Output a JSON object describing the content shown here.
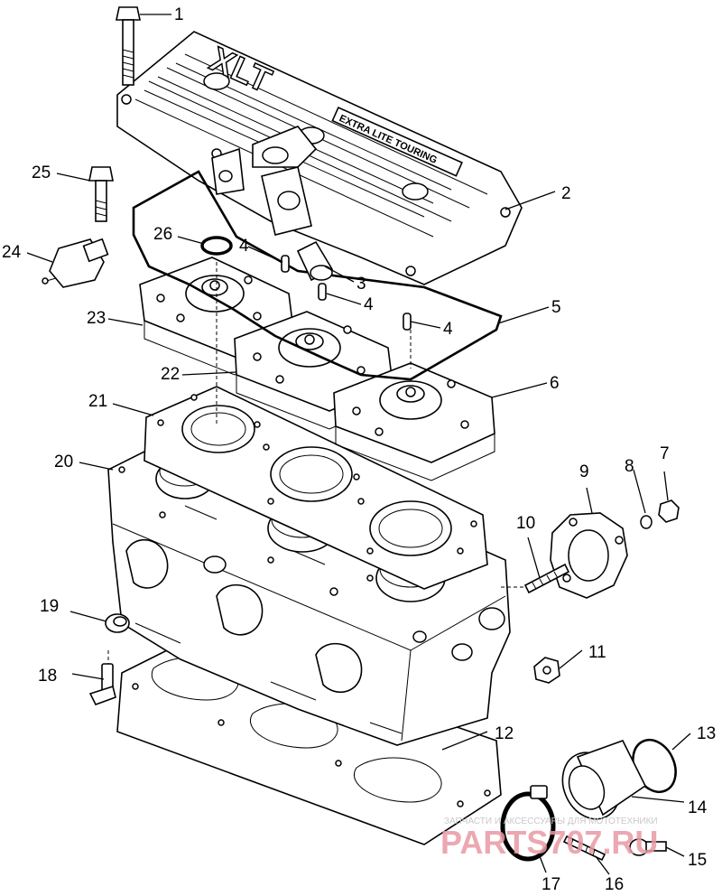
{
  "diagram": {
    "cover_logo": "XLT",
    "cover_badge": "EXTRA LITE TOURING",
    "callouts": [
      "1",
      "2",
      "3",
      "4",
      "4",
      "4",
      "5",
      "6",
      "7",
      "8",
      "9",
      "10",
      "11",
      "12",
      "13",
      "14",
      "15",
      "16",
      "17",
      "18",
      "19",
      "20",
      "21",
      "22",
      "23",
      "24",
      "25",
      "26"
    ]
  },
  "watermark": {
    "caption": "ЗАПЧАСТИ И АКСЕССУАРЫ ДЛЯ МОТОТЕХНИКИ",
    "brand": "PARTS707.RU"
  }
}
